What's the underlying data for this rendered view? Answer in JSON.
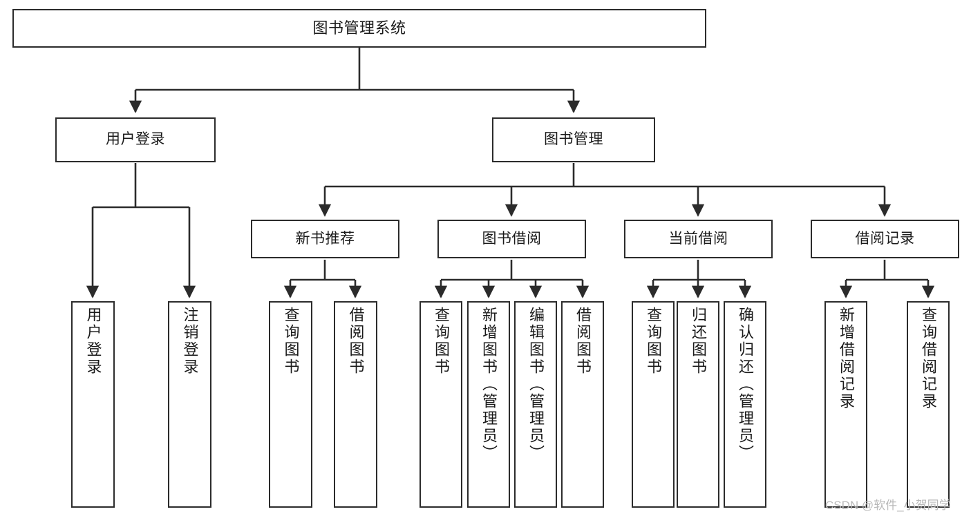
{
  "diagram": {
    "type": "tree-hierarchy",
    "title": "图书管理系统",
    "watermark": "CSDN @软件_小贺同学",
    "colors": {
      "box_border": "#2b2b2b",
      "box_fill": "#ffffff",
      "connector": "#2b2b2b",
      "text": "#1a1a1a",
      "watermark": "#b9b9b9",
      "background": "#ffffff"
    },
    "nodes": {
      "root": {
        "label": "图书管理系统"
      },
      "level1": [
        {
          "label": "用户登录"
        },
        {
          "label": "图书管理"
        }
      ],
      "level2": [
        {
          "label": "新书推荐"
        },
        {
          "label": "图书借阅"
        },
        {
          "label": "当前借阅"
        },
        {
          "label": "借阅记录"
        }
      ],
      "leaves": {
        "user_login": [
          {
            "label": "用户登录"
          },
          {
            "label": "注销登录"
          }
        ],
        "new_book_recommend": [
          {
            "label": "查询图书"
          },
          {
            "label": "借阅图书"
          }
        ],
        "book_borrow": [
          {
            "label": "查询图书"
          },
          {
            "label": "新增图书（管理员）"
          },
          {
            "label": "编辑图书（管理员）"
          },
          {
            "label": "借阅图书"
          }
        ],
        "current_borrow": [
          {
            "label": "查询图书"
          },
          {
            "label": "归还图书"
          },
          {
            "label": "确认归还（管理员）"
          }
        ],
        "borrow_record": [
          {
            "label": "新增借阅记录"
          },
          {
            "label": "查询借阅记录"
          }
        ]
      }
    }
  }
}
